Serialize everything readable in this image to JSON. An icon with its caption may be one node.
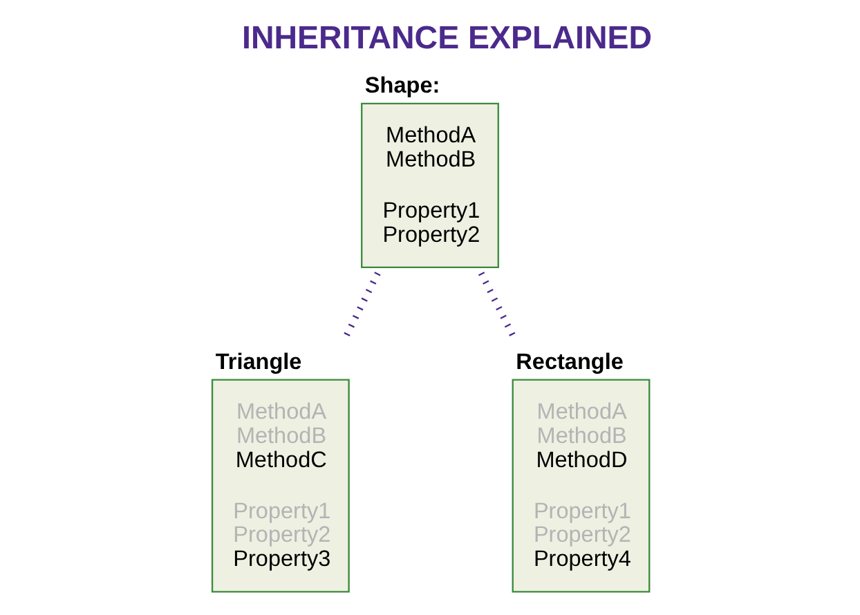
{
  "diagram": {
    "title": "INHERITANCE EXPLAINED",
    "nodes": [
      {
        "text": [
          "Shape:",
          "MethodA",
          "MethodB",
          "Property1",
          "Property2"
        ]
      },
      {
        "text": [
          "Triangle",
          "MethodA",
          "MethodB",
          "MethodC",
          "Property1",
          "Property2",
          "Property3"
        ]
      },
      {
        "text": [
          "Rectangle",
          "MethodA",
          "MethodB",
          "MethodD",
          "Property1",
          "Property2",
          "Property4"
        ]
      }
    ],
    "edges": [
      {
        "from": 0,
        "to": 1,
        "arrow": "none",
        "style": "dashed",
        "color": "#4b2a8c"
      },
      {
        "from": 0,
        "to": 2,
        "arrow": "none",
        "style": "dashed",
        "color": "#4b2a8c"
      }
    ]
  }
}
